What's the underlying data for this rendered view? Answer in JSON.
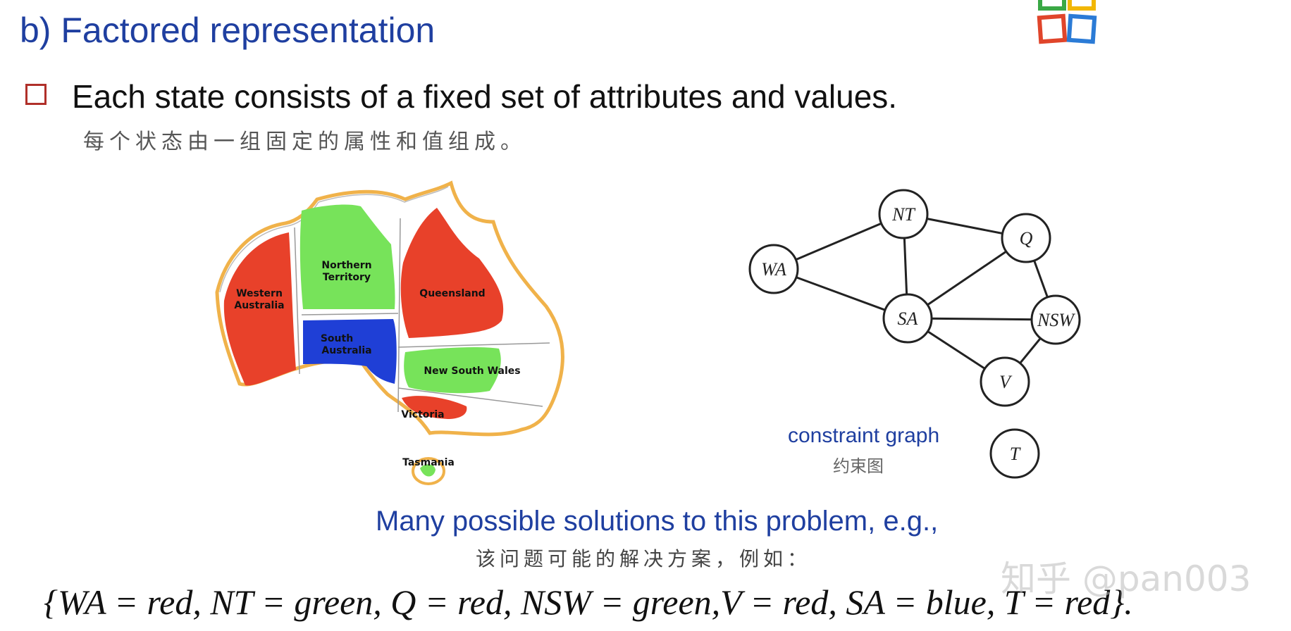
{
  "header": {
    "title": "b) Factored representation"
  },
  "bullet": {
    "text_en": "Each state consists of a fixed set of attributes and values.",
    "text_zh": "每个状态由一组固定的属性和值组成。"
  },
  "map": {
    "regions": [
      {
        "label_line1": "Western",
        "label_line2": "Australia",
        "color": "#e8412a"
      },
      {
        "label_line1": "Northern",
        "label_line2": "Territory",
        "color": "#77e35a"
      },
      {
        "label_line1": "Queensland",
        "label_line2": "",
        "color": "#e8412a"
      },
      {
        "label_line1": "South",
        "label_line2": "Australia",
        "color": "#1f3fd6"
      },
      {
        "label_line1": "New South Wales",
        "label_line2": "",
        "color": "#77e35a"
      },
      {
        "label_line1": "Victoria",
        "label_line2": "",
        "color": "#e8412a"
      },
      {
        "label_line1": "Tasmania",
        "label_line2": "",
        "color": "#77e35a"
      }
    ],
    "outline_color": "#f0b24a"
  },
  "graph": {
    "caption_en": "constraint graph",
    "caption_zh": "约束图",
    "nodes": [
      "WA",
      "NT",
      "Q",
      "SA",
      "NSW",
      "V",
      "T"
    ]
  },
  "solution": {
    "text_en": "Many possible solutions to this problem, e.g.,",
    "text_zh": "该问题可能的解决方案，例如：",
    "formula": "{WA = red, NT = green, Q = red, NSW = green,V = red, SA = blue, T = red}."
  },
  "watermark": "知乎 @pan003",
  "colors": {
    "title_blue": "#1f3fa0",
    "bullet_red": "#b0302a"
  }
}
